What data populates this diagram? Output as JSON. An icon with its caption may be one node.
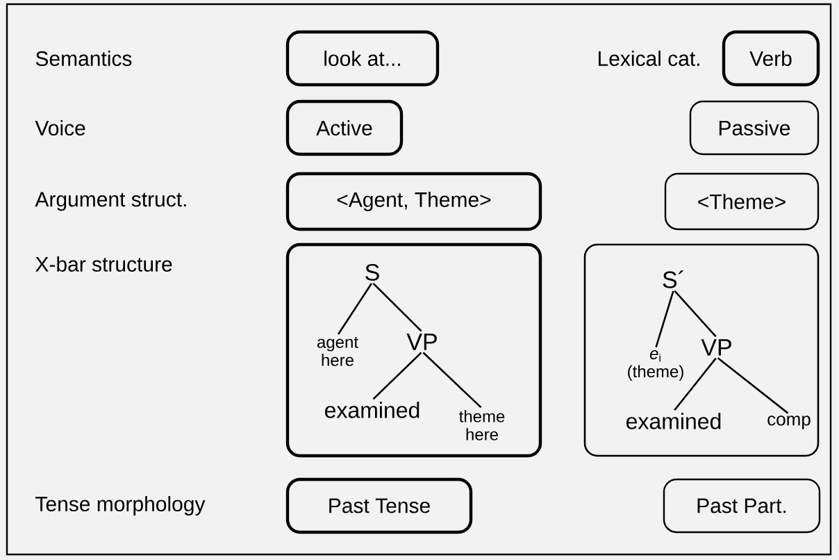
{
  "diagram": {
    "nodes": [
      {
        "text": [
          "look at..."
        ]
      },
      {
        "text": [
          "Verb"
        ]
      },
      {
        "text": [
          "Active"
        ]
      },
      {
        "text": [
          "Passive"
        ]
      },
      {
        "text": [
          "<Agent, Theme>"
        ]
      },
      {
        "text": [
          "<Theme>"
        ]
      },
      {
        "text": [],
        "shape": "box"
      },
      {
        "text": [
          "S"
        ],
        "in": 6
      },
      {
        "text": [
          "agent here"
        ],
        "in": 6
      },
      {
        "text": [
          "VP"
        ],
        "in": 6
      },
      {
        "text": [
          "examined"
        ],
        "in": 6
      },
      {
        "text": [
          "theme here"
        ],
        "in": 6
      },
      {
        "text": [],
        "shape": "box"
      },
      {
        "text": [
          "S´"
        ],
        "in": 12
      },
      {
        "text": [
          "*e*$_{i}$ (theme)"
        ],
        "in": 12
      },
      {
        "text": [
          "VP"
        ],
        "in": 12
      },
      {
        "text": [
          "examined"
        ],
        "in": 12
      },
      {
        "text": [
          "comp"
        ],
        "in": 12
      },
      {
        "text": [
          "Past Tense"
        ]
      },
      {
        "text": [
          "Past Part."
        ]
      }
    ],
    "edges": [
      {
        "from": 7,
        "to": 8,
        "arrow": "none"
      },
      {
        "from": 7,
        "to": 9,
        "arrow": "none"
      },
      {
        "from": 9,
        "to": 10,
        "arrow": "none"
      },
      {
        "from": 9,
        "to": 11,
        "arrow": "none"
      },
      {
        "from": 13,
        "to": 14,
        "arrow": "none"
      },
      {
        "from": 13,
        "to": 15,
        "arrow": "none"
      },
      {
        "from": 15,
        "to": 16,
        "arrow": "none"
      },
      {
        "from": 15,
        "to": 17,
        "arrow": "none"
      }
    ],
    "labels": [
      "Semantics",
      "Lexical cat.",
      "Voice",
      "Argument struct.",
      "X-bar structure",
      "Tense morphology"
    ]
  }
}
